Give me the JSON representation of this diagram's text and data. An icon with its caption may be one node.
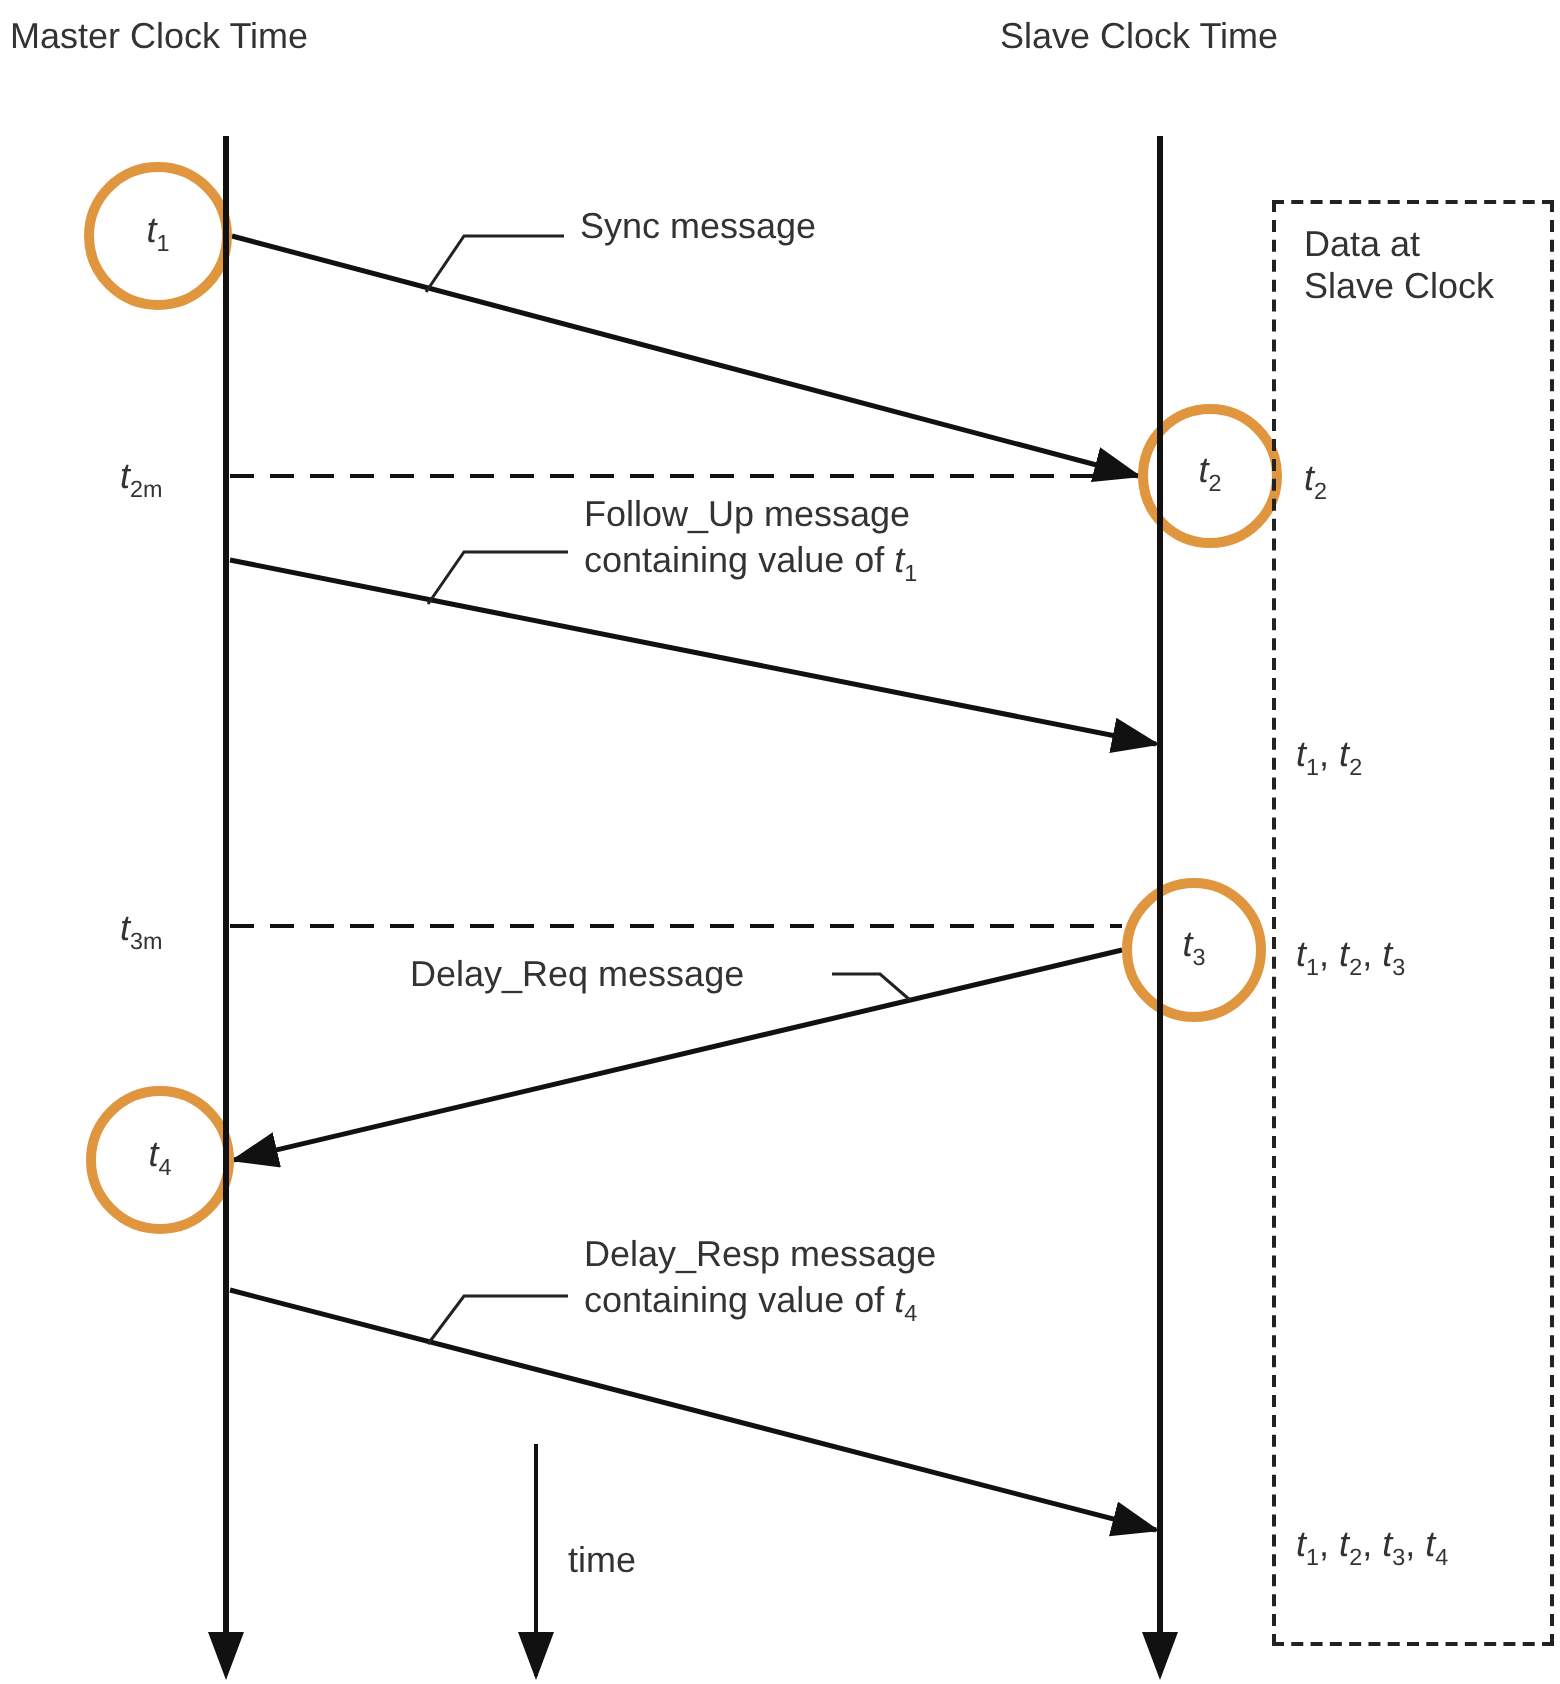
{
  "diagram": {
    "nodes": [
      {
        "text": [
          "*t*$_{1}$"
        ]
      },
      {
        "text": [
          "*t*$_{2}$"
        ]
      },
      {
        "text": [
          "*t*$_{3}$"
        ]
      },
      {
        "text": [
          "*t*$_{4}$"
        ]
      },
      {
        "text": [
          "Data at Slave Clock",
          "*t*$_{2}$",
          "*t*$_{1}$, *t*$_{2}$",
          "*t*$_{1}$, *t*$_{2}$, *t*$_{3}$",
          "*t*$_{1}$, *t*$_{2}$, *t*$_{3}$, *t*$_{4}$"
        ]
      },
      {
        "text": [],
        "shape": "bar"
      },
      {
        "text": [],
        "shape": "bar"
      }
    ],
    "edges": [
      {
        "from": 0,
        "to": 1,
        "arrow": "to",
        "label": "Sync message"
      },
      {
        "from": 5,
        "to": 1,
        "arrow": "none",
        "style": "dashed"
      },
      {
        "from": 5,
        "to": 6,
        "arrow": "to",
        "label": "Follow_Up message containing value of *t*$_{1}$"
      },
      {
        "from": 5,
        "to": 2,
        "arrow": "none",
        "style": "dashed"
      },
      {
        "from": 2,
        "to": 3,
        "arrow": "to",
        "label": "Delay_Req message"
      },
      {
        "from": 5,
        "to": 6,
        "arrow": "to",
        "label": "Delay_Resp message containing value of *t*$_{4}$"
      }
    ],
    "labels": [
      "Master Clock Time",
      "Slave Clock Time",
      "*t*$_{2m}$",
      "*t*$_{3m}$",
      "time"
    ]
  }
}
